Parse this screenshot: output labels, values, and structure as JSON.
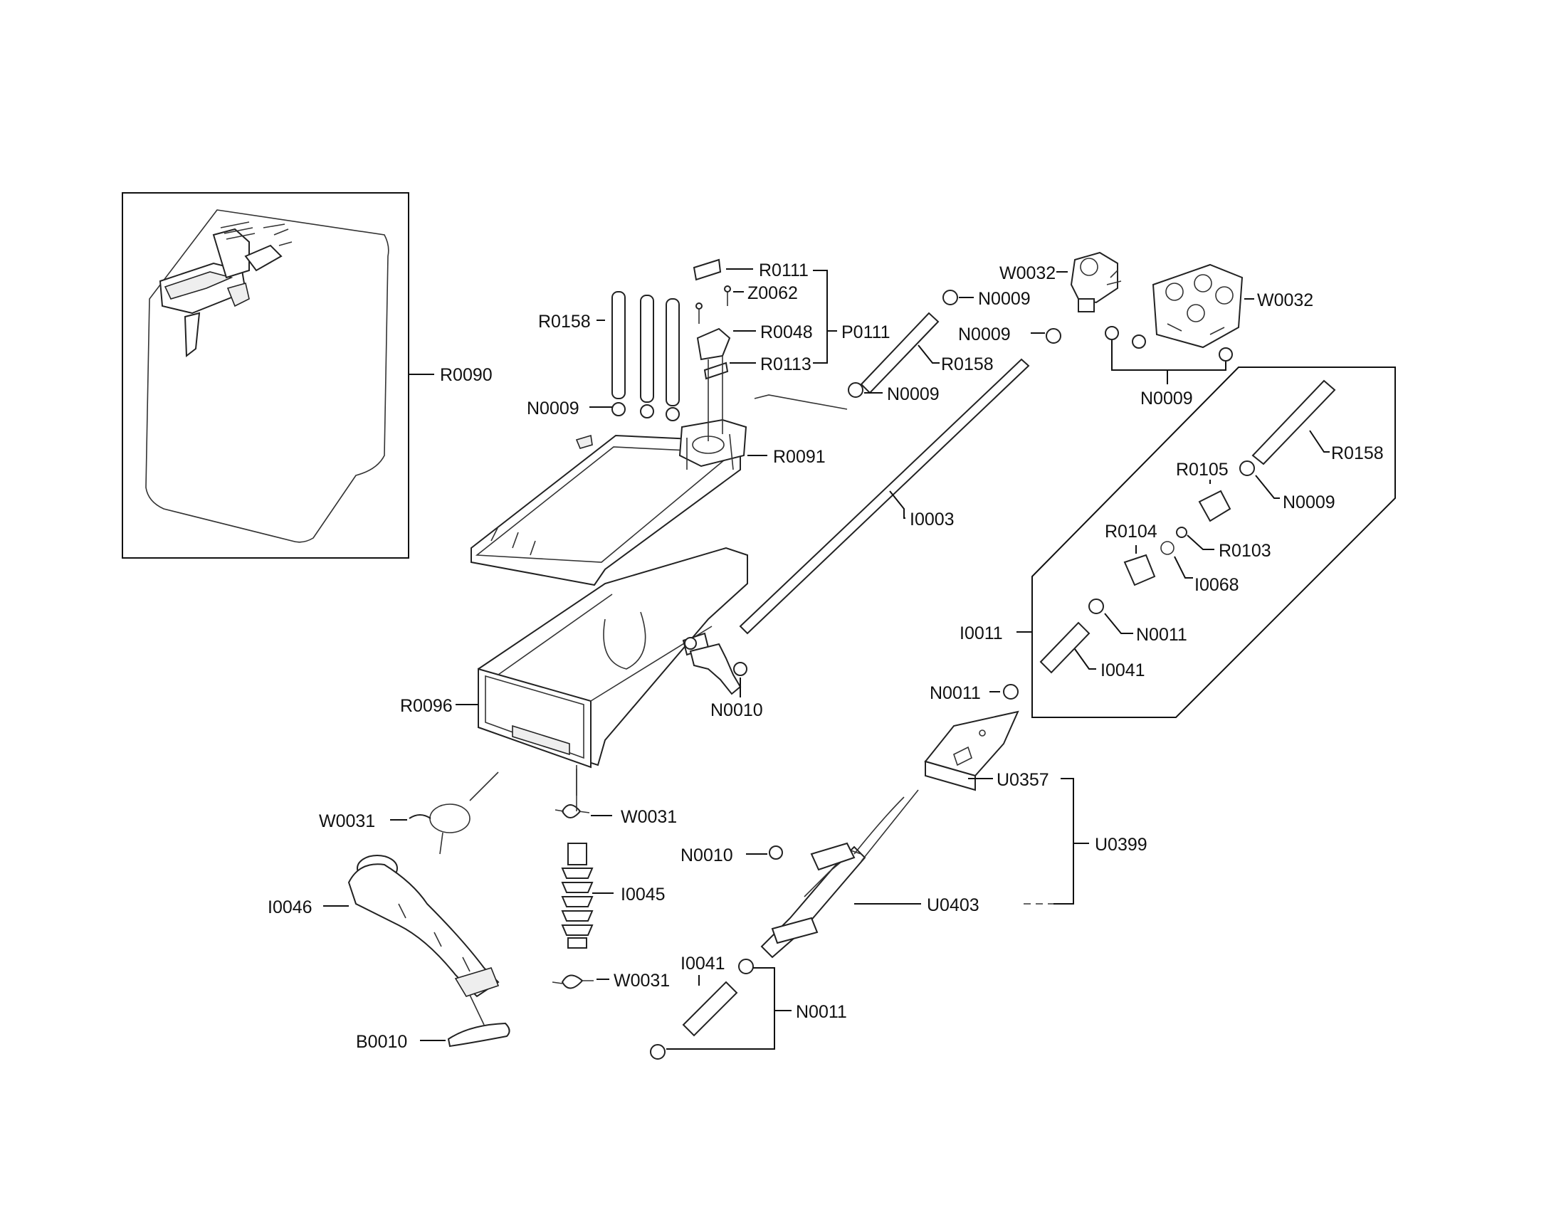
{
  "diagram": {
    "callouts": {
      "r0090": "R0090",
      "r0111": "R0111",
      "z0062": "Z0062",
      "p0111": "P0111",
      "r0048": "R0048",
      "r0113": "R0113",
      "r0158_a": "R0158",
      "n0009_a": "N0009",
      "r0091": "R0091",
      "n0009_b": "N0009",
      "r0158_b": "R0158",
      "n0009_c": "N0009",
      "n0009_d": "N0009",
      "w0032_a": "W0032",
      "w0032_b": "W0032",
      "n0009_e": "N0009",
      "i0003": "I0003",
      "r0158_c": "R0158",
      "r0105": "R0105",
      "n0009_f": "N0009",
      "r0104": "R0104",
      "r0103": "R0103",
      "i0068": "I0068",
      "i0011": "I0011",
      "n0011_a": "N0011",
      "i0041_a": "I0041",
      "n0011_b": "N0011",
      "n0010_a": "N0010",
      "r0096": "R0096",
      "u0357": "U0357",
      "u0399": "U0399",
      "w0031_a": "W0031",
      "w0031_b": "W0031",
      "n0010_b": "N0010",
      "i0045": "I0045",
      "i0046": "I0046",
      "u0403": "U0403",
      "i0041_b": "I0041",
      "w0031_c": "W0031",
      "n0011_c": "N0011",
      "b0010": "B0010"
    }
  }
}
